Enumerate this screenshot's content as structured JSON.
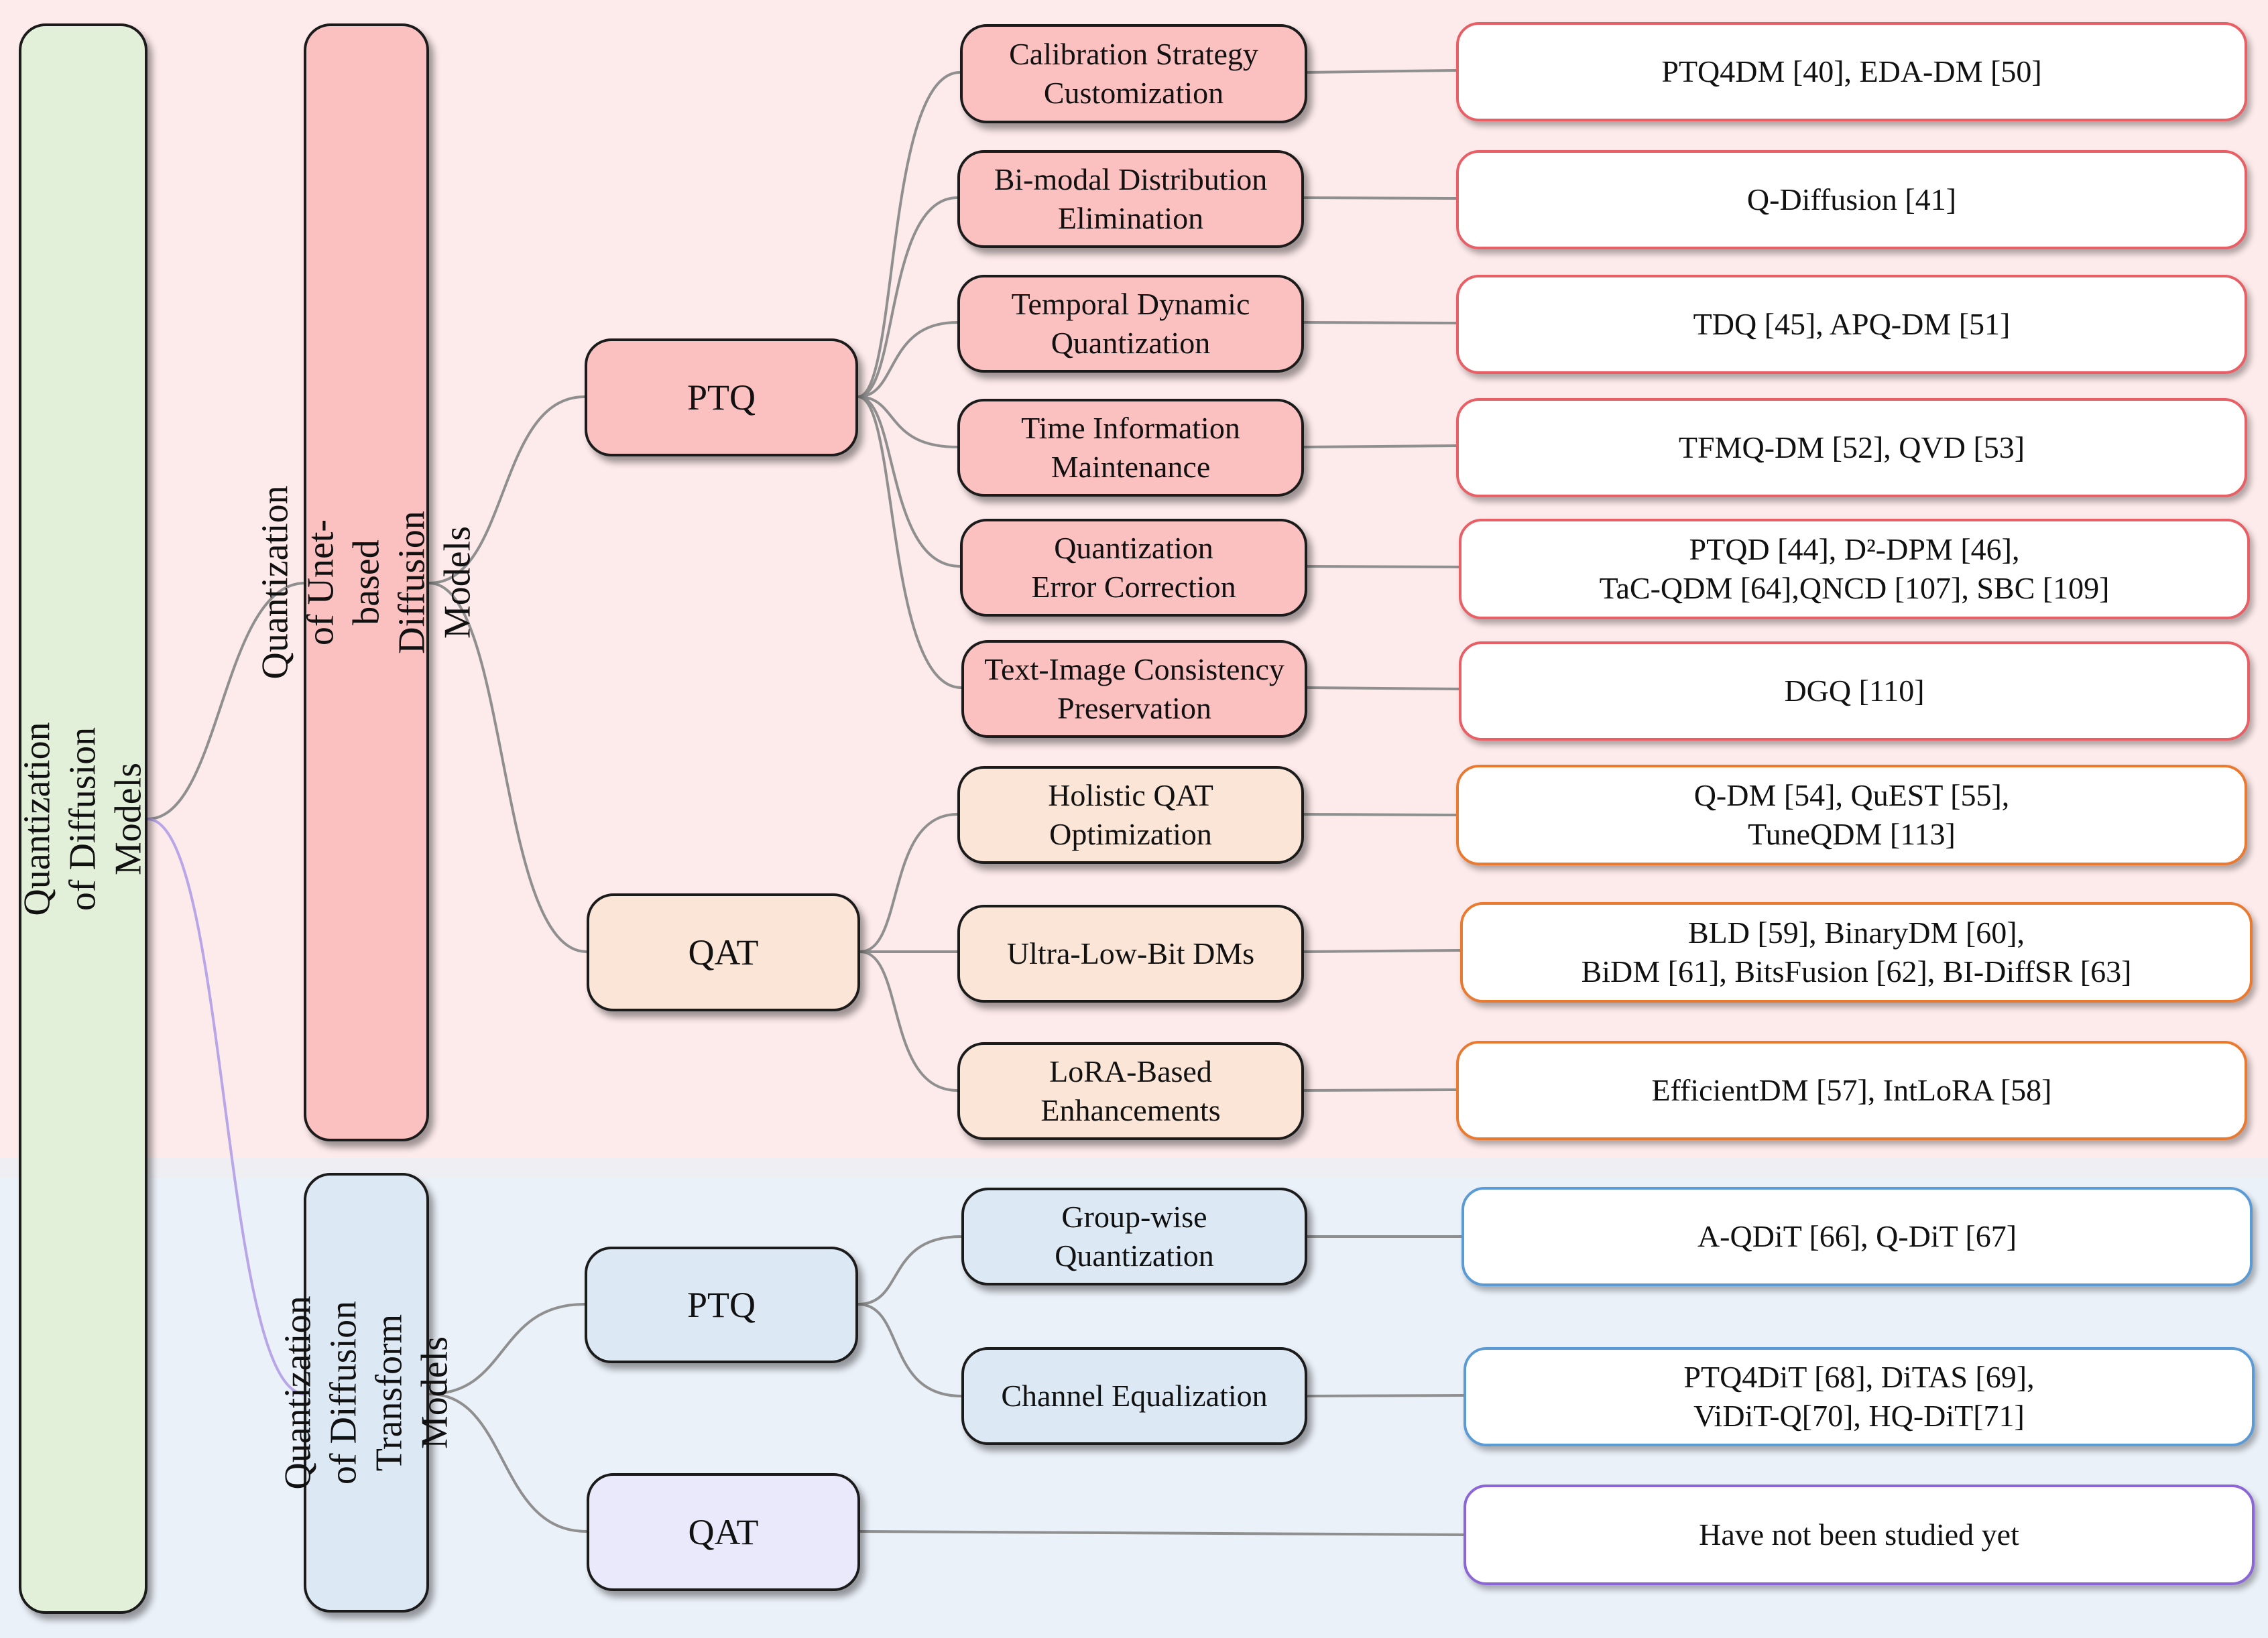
{
  "root": "Quantization of Diffusion Models",
  "unet": {
    "title": "Quantization of  Unet-based Diffusion Models",
    "ptq": {
      "label": "PTQ",
      "methods": [
        {
          "label": "Calibration Strategy\nCustomization",
          "refs": "PTQ4DM [40], EDA-DM [50]"
        },
        {
          "label": "Bi-modal Distribution\nElimination",
          "refs": "Q-Diffusion [41]"
        },
        {
          "label": "Temporal Dynamic\nQuantization",
          "refs": "TDQ [45], APQ-DM [51]"
        },
        {
          "label": "Time Information\nMaintenance",
          "refs": "TFMQ-DM [52], QVD [53]"
        },
        {
          "label": "Quantization\nError Correction",
          "refs": "PTQD [44], D²-DPM [46],\nTaC-QDM [64],QNCD [107], SBC [109]"
        },
        {
          "label": "Text-Image Consistency\nPreservation",
          "refs": "DGQ [110]"
        }
      ]
    },
    "qat": {
      "label": "QAT",
      "methods": [
        {
          "label": "Holistic QAT\nOptimization",
          "refs": "Q-DM [54], QuEST [55],\nTuneQDM [113]"
        },
        {
          "label": "Ultra-Low-Bit DMs",
          "refs": "BLD [59], BinaryDM [60],\nBiDM [61], BitsFusion [62], BI-DiffSR [63]"
        },
        {
          "label": "LoRA-Based\nEnhancements",
          "refs": "EfficientDM [57], IntLoRA [58]"
        }
      ]
    }
  },
  "dit": {
    "title": "Quantization of  Diffusion\nTransform Models",
    "ptq": {
      "label": "PTQ",
      "methods": [
        {
          "label": "Group-wise\nQuantization",
          "refs": "A-QDiT [66], Q-DiT [67]"
        },
        {
          "label": "Channel Equalization",
          "refs": "PTQ4DiT [68], DiTAS [69],\nViDiT-Q[70], HQ-DiT[71]"
        }
      ]
    },
    "qat": {
      "label": "QAT",
      "refs": "Have not been studied yet"
    }
  },
  "colors": {
    "unet_band": "#fdeaea",
    "dit_band": "#ebf1f9",
    "root_fill": "#e2efd9",
    "ptq_fill": "#fbc0c0",
    "qat_fill": "#fbe5d6",
    "dit_fill": "#dce9f5",
    "dit_qat_fill": "#eae9fb",
    "leaf_red": "#e85f66",
    "leaf_orange": "#ea7a30",
    "leaf_blue": "#5b9bd5",
    "leaf_purple": "#8c65d6",
    "connector": "#8f8f8f",
    "connector_purple": "#b8a6e8"
  }
}
